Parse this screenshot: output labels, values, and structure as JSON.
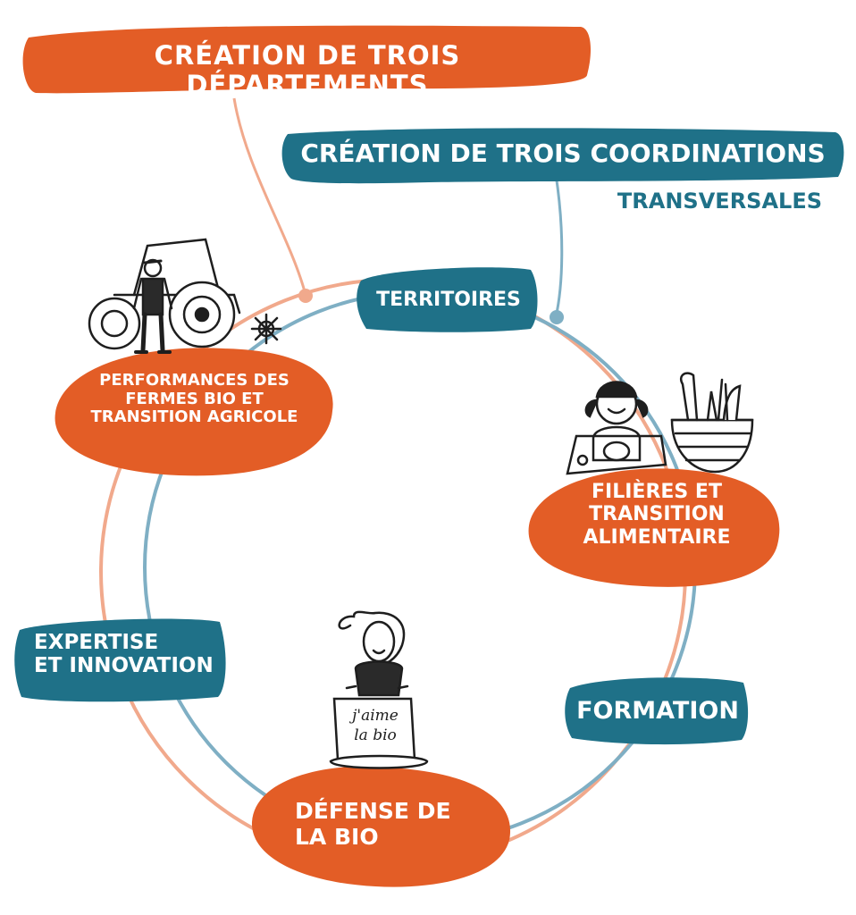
{
  "title_departments": "CRÉATION DE TROIS DÉPARTEMENTS",
  "title_coordinations": {
    "line1": "CRÉATION DE TROIS COORDINATIONS",
    "line2": "TRANSVERSALES"
  },
  "departments": {
    "performances": [
      "PERFORMANCES DES",
      "FERMES BIO ET",
      "TRANSITION AGRICOLE"
    ],
    "filieres": [
      "FILIÈRES ET",
      "TRANSITION",
      "ALIMENTAIRE"
    ],
    "defense": [
      "DÉFENSE DE",
      "LA BIO"
    ]
  },
  "coordinations": {
    "territoires": "TERRITOIRES",
    "expertise": [
      "EXPERTISE",
      "ET INNOVATION"
    ],
    "formation": "FORMATION"
  },
  "sign_text": [
    "j'aime",
    "la bio"
  ],
  "colors": {
    "orange": "#E35D26",
    "teal": "#1F7188",
    "salmon_line": "#F1A98C",
    "blue_line": "#7FAFC4",
    "ink": "#1e1e1e"
  }
}
